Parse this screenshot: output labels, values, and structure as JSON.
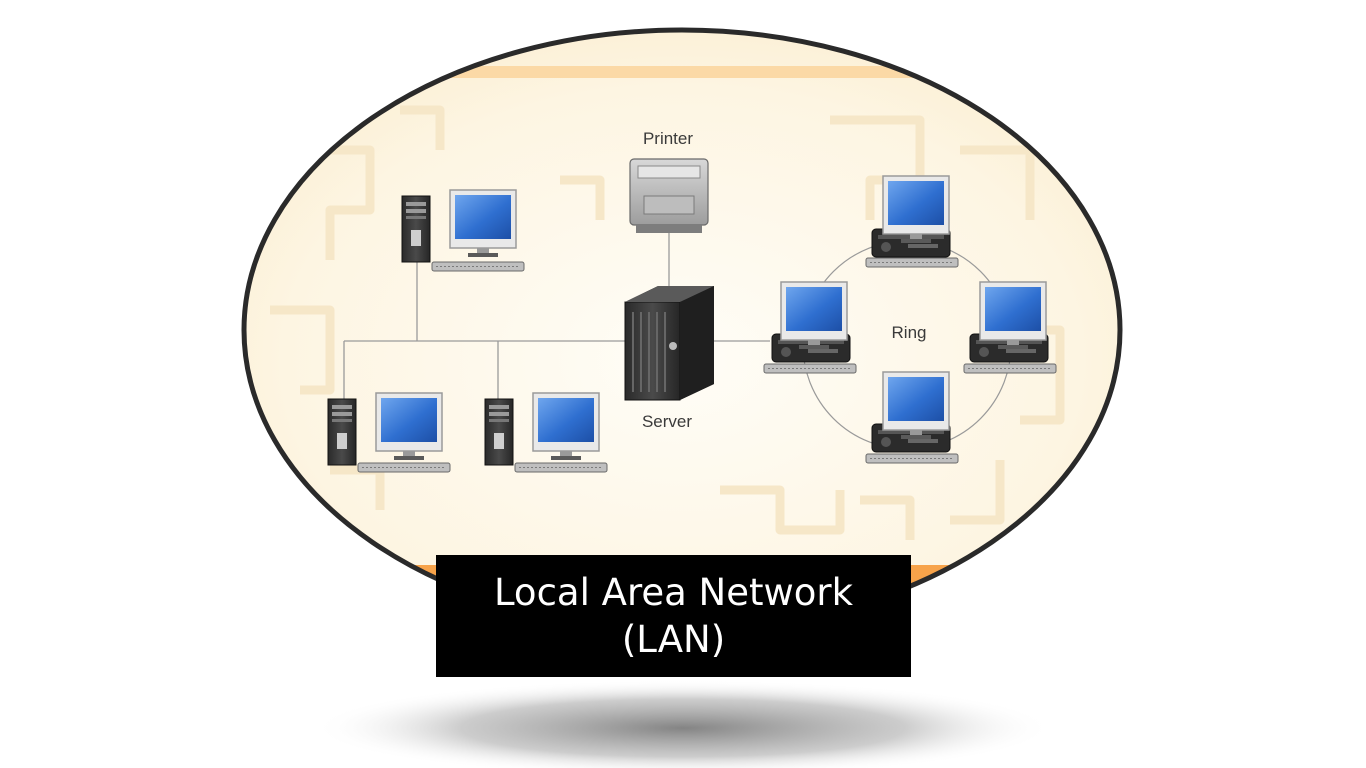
{
  "diagram": {
    "labels": {
      "printer": "Printer",
      "server": "Server",
      "ring": "Ring"
    },
    "caption": {
      "line1": "Local Area Network",
      "line2": "(LAN)"
    },
    "icons": {
      "workstations_bus": 3,
      "workstations_ring": 4
    },
    "colors": {
      "ellipse_border": "#2a2a2a",
      "background_fill": "#fdf4df",
      "accent_orange": "#f7a34a",
      "screen_blue": "#2f6fd0",
      "caption_bg": "#000000"
    }
  }
}
